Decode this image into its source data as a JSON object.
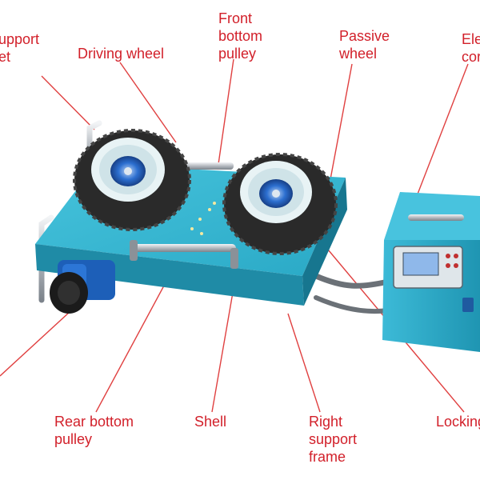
{
  "colors": {
    "label": "#d2202a",
    "leader": "#e04040",
    "shell": "#2fb3cf",
    "shell_dark": "#1c88a3",
    "tire": "#2a2a2a",
    "rim": "#e8f3f5",
    "hub": "#2467c9",
    "motor": "#1d5fb8",
    "frame": "#b9bec4"
  },
  "labels": {
    "left_support": "upport\net",
    "driving_wheel": "Driving wheel",
    "front_bottom_pulley": "Front\nbottom\npulley",
    "passive_wheel": "Passive\nwheel",
    "electric_control": "Ele\ncor",
    "rear_bottom_pulley": "Rear bottom\npulley",
    "shell": "Shell",
    "right_support_frame": "Right\nsupport\nframe",
    "locking": "Locking"
  }
}
